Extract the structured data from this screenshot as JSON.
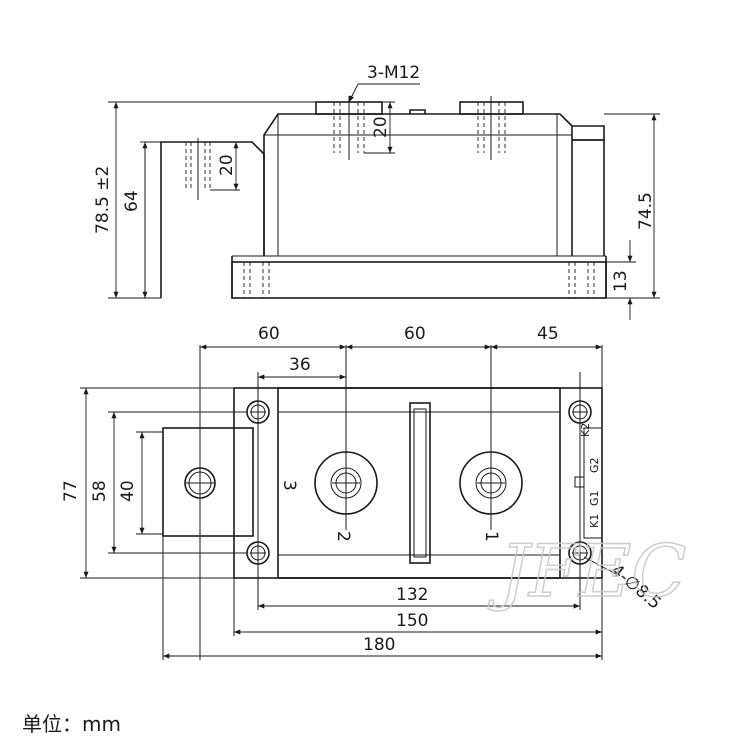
{
  "side_view": {
    "thread_label": "3-M12",
    "dims": {
      "overall_height": "78.5 ±2",
      "tab_height": "64",
      "right_height": "74.5",
      "base_height": "13",
      "thread_depth_top": "20",
      "thread_depth_tab": "20"
    }
  },
  "top_view": {
    "dims": {
      "pitch_1": "60",
      "pitch_2": "60",
      "pitch_3": "45",
      "offset_36": "36",
      "width_77": "77",
      "width_58": "58",
      "width_40": "40",
      "len_132": "132",
      "len_150": "150",
      "len_180": "180",
      "mount_holes": "4-∅8.5"
    },
    "terminals": {
      "t1": "1",
      "t2": "2",
      "t3": "3"
    },
    "gate_labels": {
      "k2": "K2",
      "g2": "G2",
      "k1": "K1",
      "g1": "G1"
    }
  },
  "watermark": "JFEC",
  "unit_label": "单位：mm"
}
